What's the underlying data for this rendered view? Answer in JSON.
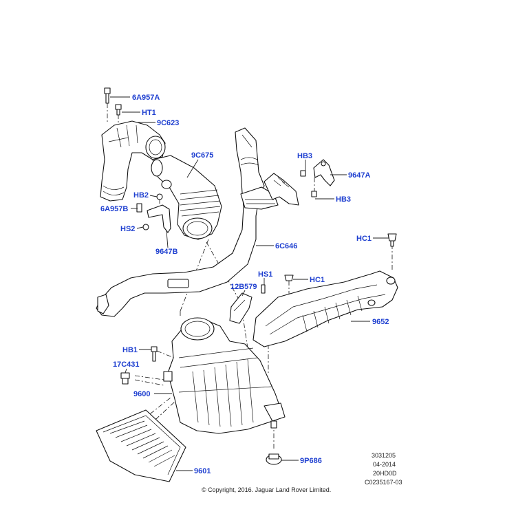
{
  "callouts": {
    "c6a957a": "6A957A",
    "cht1": "HT1",
    "c9c623": "9C623",
    "c9c675": "9C675",
    "chb3_top": "HB3",
    "c9647a": "9647A",
    "chb3_bottom": "HB3",
    "chb2": "HB2",
    "c6a957b": "6A957B",
    "chs2": "HS2",
    "c9647b": "9647B",
    "c6c646": "6C646",
    "chc1_top": "HC1",
    "chs1": "HS1",
    "chc1_mid": "HC1",
    "c12b579": "12B579",
    "c9652": "9652",
    "chb1": "HB1",
    "c17c431": "17C431",
    "c9600": "9600",
    "c9p686": "9P686",
    "c9601": "9601"
  },
  "reference": {
    "number": "3031205",
    "date": "04-2014",
    "code": "20HD0D",
    "illustration": "C0235167-03"
  },
  "copyright": "© Copyright, 2016. Jaguar Land Rover Limited.",
  "colors": {
    "label": "#1e3fd0",
    "line": "#111111",
    "background": "#ffffff"
  }
}
